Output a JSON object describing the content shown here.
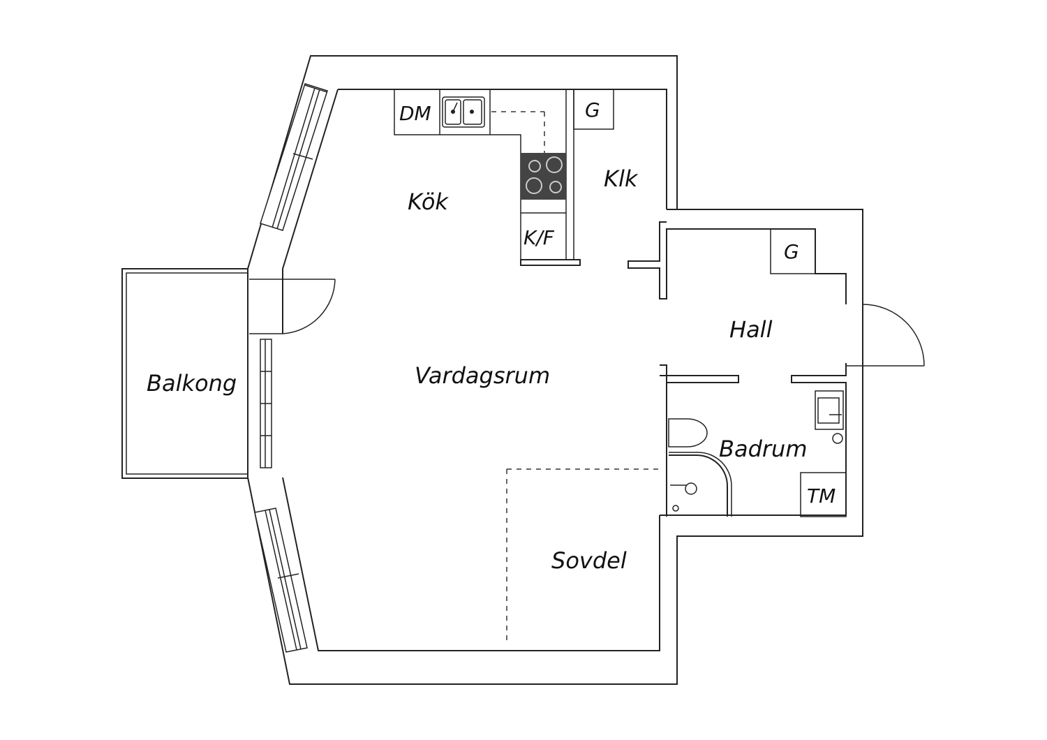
{
  "rooms": {
    "kok": "Kök",
    "klk": "Klk",
    "hall": "Hall",
    "vardagsrum": "Vardagsrum",
    "balkong": "Balkong",
    "badrum": "Badrum",
    "sovdel": "Sovdel"
  },
  "fixtures": {
    "dishwasher": "DM",
    "fridge_freezer": "K/F",
    "wardrobe_klk": "G",
    "wardrobe_hall": "G",
    "washing_machine": "TM"
  },
  "colors": {
    "line": "#222222",
    "stove": "#444444",
    "background": "#ffffff"
  }
}
